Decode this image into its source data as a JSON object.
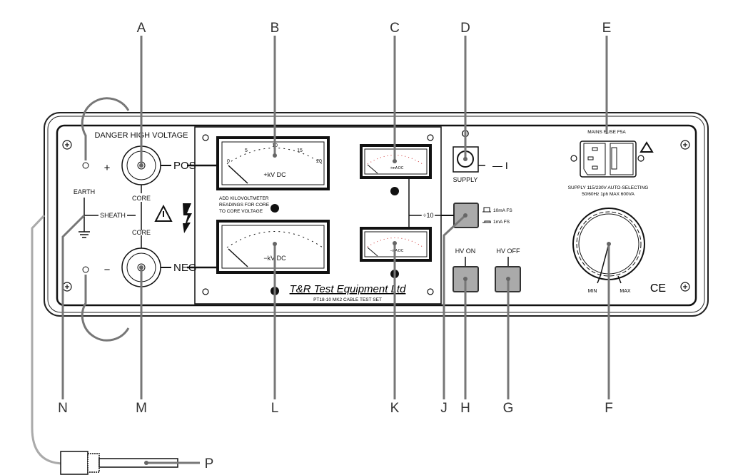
{
  "callouts": {
    "A": "A",
    "B": "B",
    "C": "C",
    "D": "D",
    "E": "E",
    "F": "F",
    "G": "G",
    "H": "H",
    "J": "J",
    "K": "K",
    "L": "L",
    "M": "M",
    "N": "N",
    "P": "P"
  },
  "left": {
    "danger": "DANGER HIGH VOLTAGE",
    "plus": "+",
    "minus": "−",
    "pos": "POS",
    "neg": "NEG",
    "core_top": "CORE",
    "core_bottom": "CORE",
    "earth": "EARTH",
    "sheath": "SHEATH"
  },
  "meters": {
    "kv_pos_unit": "+kV  DC",
    "kv_neg_unit": "−kV  DC",
    "ma_pos_unit": "+mA DC",
    "ma_neg_unit": "−mA DC",
    "scale": [
      "0",
      "5",
      "10",
      "15",
      "20"
    ],
    "note": [
      "ADD KILOVOLTMETER",
      "READINGS FOR CORE",
      "TO CORE VOLTAGE"
    ],
    "divide": "÷10",
    "brand": "T&R Test Equipment Ltd",
    "model": "PT18-10 MK2 CABLE TEST SET"
  },
  "right": {
    "off_symbol": "O",
    "on_symbol": "— I",
    "supply": "SUPPLY",
    "range_10": "10mA FS",
    "range_1": "1mA FS",
    "hv_on": "HV ON",
    "hv_off": "HV OFF",
    "fuse": "MAINS FUSE F5A",
    "supply_spec_1": "SUPPLY 115/230V AUTO-SELECTING",
    "supply_spec_2": "50/60Hz 1ph  MAX 600VA",
    "min": "MIN",
    "max": "MAX",
    "ce": "CE"
  }
}
